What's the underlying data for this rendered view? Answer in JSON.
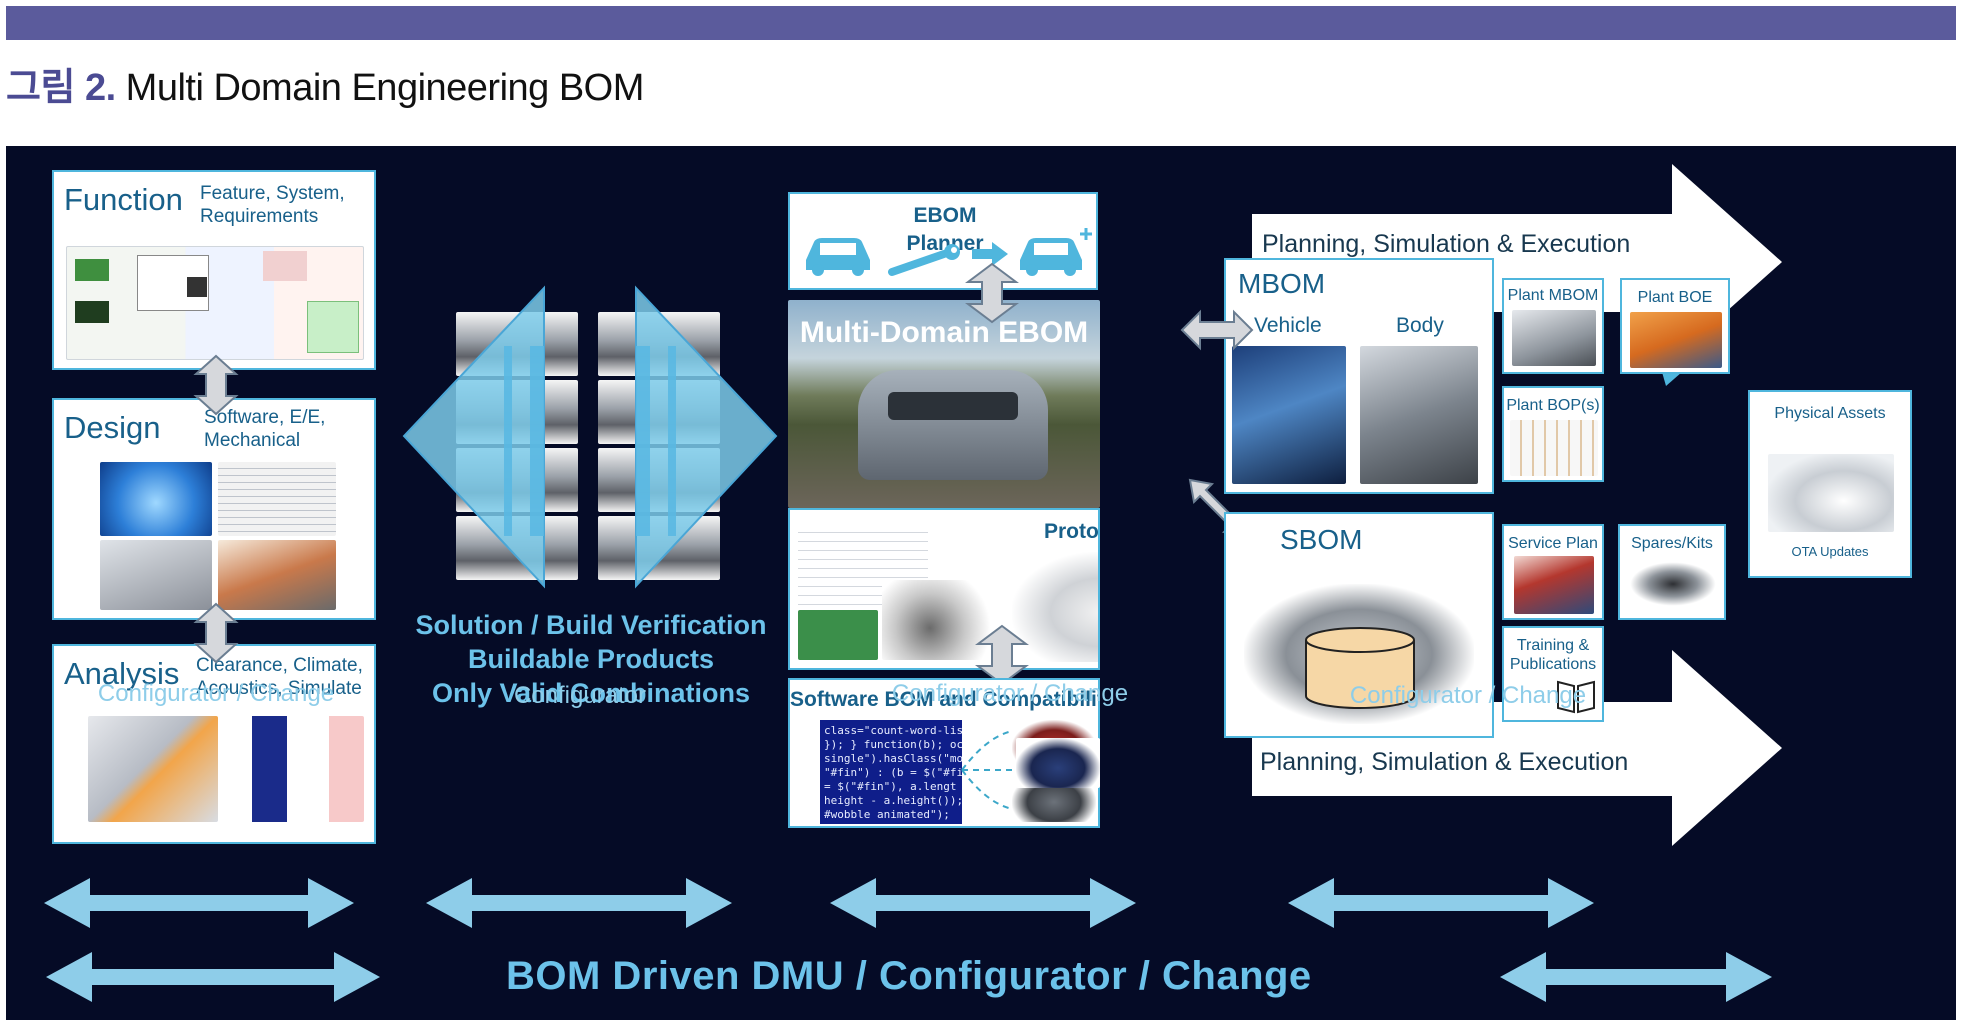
{
  "caption": {
    "prefix": "그림 2.",
    "title": "Multi Domain Engineering BOM"
  },
  "colors": {
    "top_bar": "#5b5b9c",
    "background": "#050b26",
    "arrow_light": "#8ecde9",
    "card_border": "#4fb6dd",
    "card_text": "#18608a"
  },
  "left_column": {
    "function": {
      "title": "Function",
      "subtitle": "Feature, System,\nRequirements"
    },
    "design": {
      "title": "Design",
      "subtitle": "Software, E/E,\nMechanical"
    },
    "analysis": {
      "title": "Analysis",
      "subtitle": "Clearance, Climate,\nAcoustics, Simulate"
    }
  },
  "verification": {
    "line1": "Solution / Build Verification",
    "line2": "Buildable Products",
    "line3": "Only Valid Combinations"
  },
  "center": {
    "ebom_planner": "EBOM\nPlanner",
    "multi_domain_ebom": "Multi-Domain EBOM",
    "prototype": "Prototype",
    "software_bom": "Software BOM and Compatibility",
    "code_snippet": "class=\"count-word-list\n}); } function(b); occ\nsingle\").hasClass(\"mod\n\"#fin\") : (b = $(\"#fin\").v\n= $(\"#fin\"), a.lengt\nheight - a.height());\n#wobble animated\");\n\"); setTimeout(c."
  },
  "right": {
    "planning_top": "Planning,  Simulation  & Execution",
    "planning_bottom": "Planning,  Simulation  & Execution",
    "mbom": {
      "title": "MBOM",
      "vehicle": "Vehicle",
      "body": "Body"
    },
    "sbom": {
      "title": "SBOM"
    },
    "plant_mbom": "Plant MBOM",
    "plant_boe": "Plant BOE",
    "plant_bop": "Plant BOP(s)",
    "service_plan": "Service Plan",
    "spares_kits": "Spares/Kits",
    "training": "Training &\nPublications",
    "physical_assets": "Physical Assets",
    "ota_updates": "OTA Updates"
  },
  "configurator_labels": {
    "c1": "Configurator / Change",
    "c2": "Configurator",
    "c3": "Configurator / Change",
    "c4": "Configurator / Change"
  },
  "banner": "BOM Driven DMU   /   Configurator   /   Change"
}
